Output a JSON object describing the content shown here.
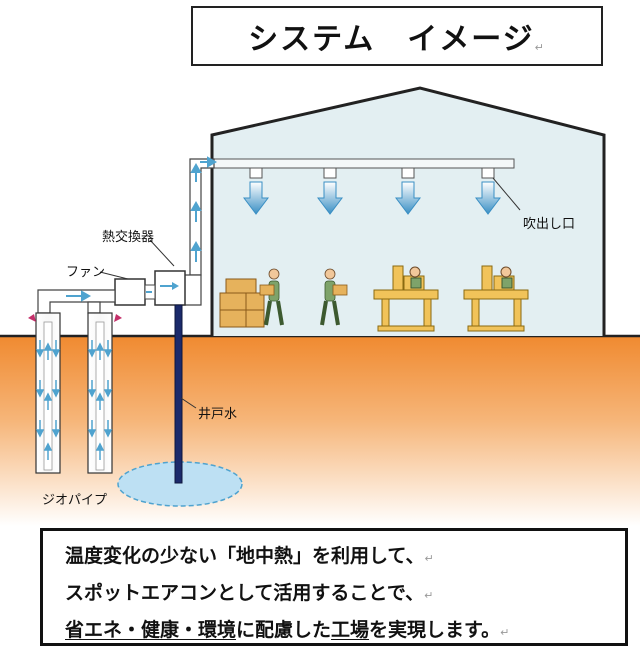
{
  "title": "システム　イメージ",
  "labels": {
    "heat_exchanger": "熱交換器",
    "fan": "ファン",
    "outlet": "吹出し口",
    "well_water": "井戸水",
    "geo_pipe": "ジオパイプ"
  },
  "caption": {
    "line1": "温度変化の少ない「地中熱」を利用して、",
    "line2": "スポットエアコンとして活用することで、",
    "line3_a": "省エネ・健康・環境",
    "line3_b": "に配慮した",
    "line3_c": "工場",
    "line3_d": "を実現します。"
  },
  "colors": {
    "ground": "#f08a30",
    "building": "#e2eef1",
    "air_flow": "#4fa3cf",
    "well_pipe": "#1a2a6a",
    "well_pool": "#b9def2",
    "pipe_top_arrow": "#c4306a"
  },
  "paragraph_mark": "↵"
}
